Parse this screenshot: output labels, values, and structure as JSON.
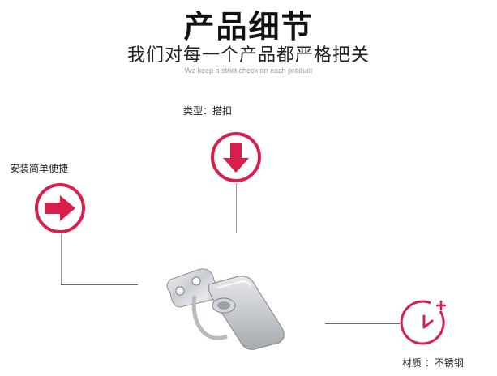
{
  "header": {
    "title": "产品细节",
    "subtitle": "我们对每一个产品都严格把关",
    "tagline": "We keep a strict check on each product"
  },
  "annotations": {
    "type": "类型：搭扣",
    "install": "安装简单便捷",
    "material": "材质 ：不锈钢"
  },
  "colors": {
    "accent": "#d81e4a"
  },
  "icons": [
    "arrow-down-icon",
    "arrow-right-icon",
    "clock-plus-icon"
  ]
}
